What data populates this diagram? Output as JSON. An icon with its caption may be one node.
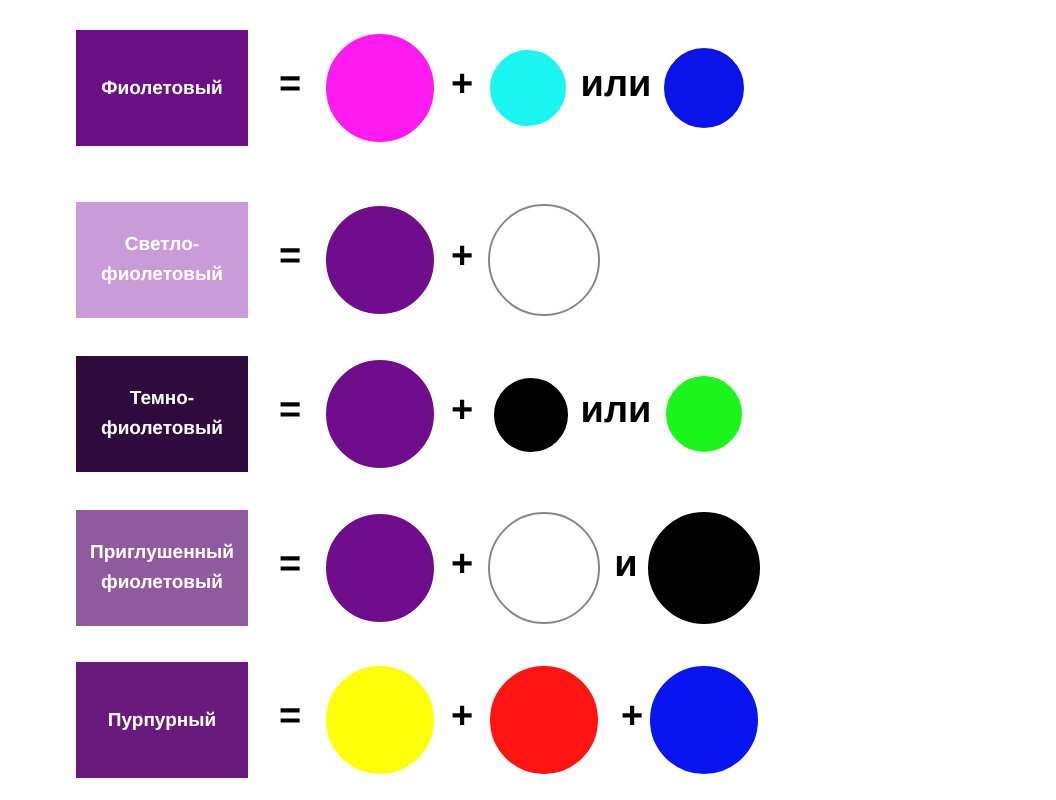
{
  "diagram": {
    "nodes": [
      {
        "text": [
          "Фиолетовый"
        ]
      },
      {
        "text": [],
        "shape": "circle"
      },
      {
        "text": [],
        "shape": "circle"
      },
      {
        "text": [],
        "shape": "circle"
      },
      {
        "text": [
          "Светло-фиолетовый"
        ]
      },
      {
        "text": [],
        "shape": "circle"
      },
      {
        "text": [],
        "shape": "circle"
      },
      {
        "text": [
          "Темно-фиолетовый"
        ]
      },
      {
        "text": [],
        "shape": "circle"
      },
      {
        "text": [],
        "shape": "circle"
      },
      {
        "text": [],
        "shape": "circle"
      },
      {
        "text": [
          "Приглушенный фиолетовый"
        ]
      },
      {
        "text": [],
        "shape": "circle"
      },
      {
        "text": [],
        "shape": "circle"
      },
      {
        "text": [],
        "shape": "circle"
      },
      {
        "text": [
          "Пурпурный"
        ]
      },
      {
        "text": [],
        "shape": "circle"
      },
      {
        "text": [],
        "shape": "circle"
      },
      {
        "text": [],
        "shape": "circle"
      }
    ],
    "labels": [
      "=",
      "+",
      "или",
      "=",
      "+",
      "=",
      "+",
      "или",
      "=",
      "+",
      "и",
      "=",
      "+",
      "+"
    ]
  }
}
